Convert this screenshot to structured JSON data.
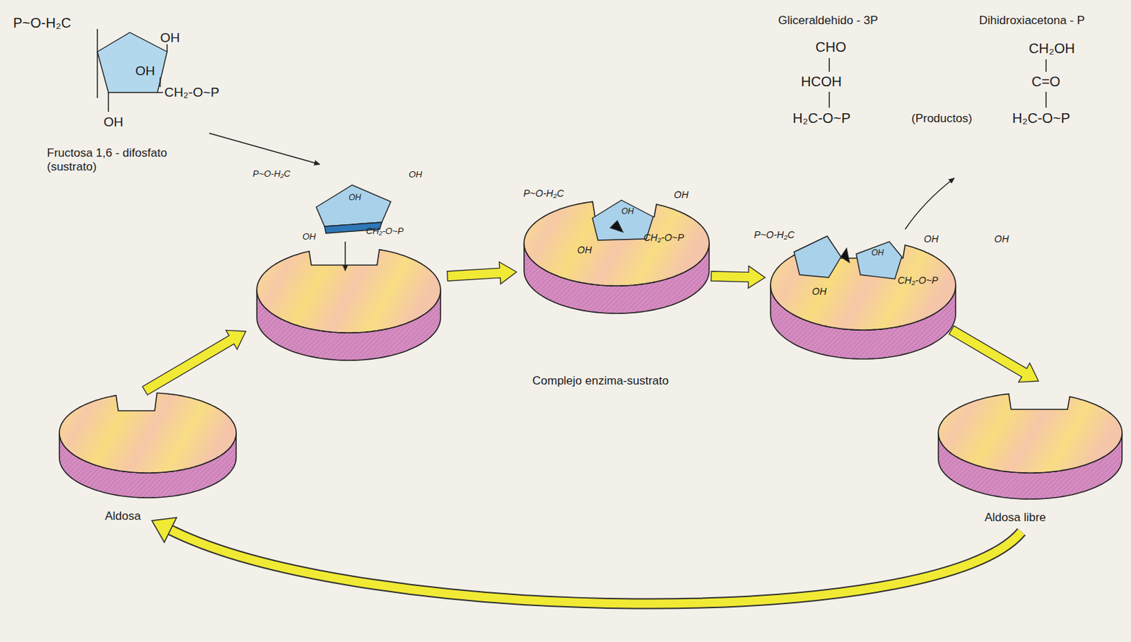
{
  "diagram": {
    "nodes": [
      {
        "text": [
          "Fructosa 1,6 - difosfato (sustrato)"
        ]
      },
      {
        "text": [
          "Aldosa"
        ]
      },
      {
        "text": [
          "Aldosa libre"
        ]
      }
    ],
    "edges": [
      {
        "from": 2,
        "to": 1,
        "arrow": "to"
      }
    ],
    "labels": [
      "P~O-H₂C",
      "OH",
      "OH",
      "CH₂-O~P",
      "OH",
      "Gliceraldehido - 3P",
      "CHO",
      "HCOH",
      "H₂C-O~P",
      "(Productos)",
      "Dihidroxiacetona - P",
      "CH₂OH",
      "C=O",
      "H₂C-O~P",
      "P~O-H₂C",
      "OH",
      "OH",
      "OH",
      "CH₂-O~P",
      "P~O-H₂C",
      "OH",
      "OH",
      "OH",
      "CH₂-O~P",
      "P~O-H₂C",
      "OH",
      "OH",
      "OH",
      "OH",
      "CH₂-O~P",
      "Complejo enzima-sustrato"
    ]
  }
}
